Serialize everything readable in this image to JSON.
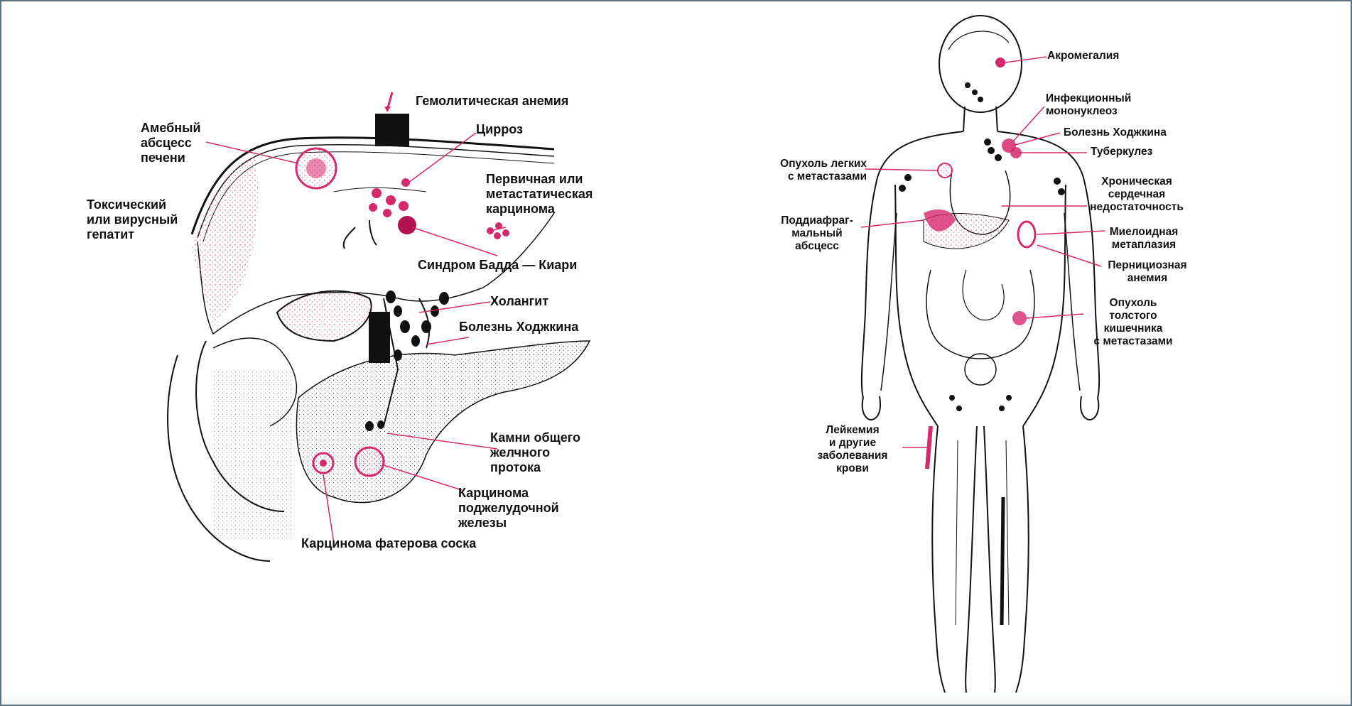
{
  "colors": {
    "accent": "#d6286c",
    "frame": "#5b7180",
    "line": "#111111"
  },
  "left_panel": {
    "labels": {
      "hemolytic": "Гемолитическая анемия",
      "amoebic": "Амебный\nабсцесс\nпечени",
      "cirrhosis": "Цирроз",
      "carcinoma_primary": "Первичная или\nметастатическая\nкарцинома",
      "toxic_hepatitis": "Токсический\nили вирусный\nгепатит",
      "budd_chiari": "Синдром Бадда — Киари",
      "cholangitis": "Холангит",
      "hodgkin": "Болезнь Ходжкина",
      "bile_duct_stones": "Камни общего\nжелчного\nпротока",
      "pancreas_carcinoma": "Карцинома\nподжелудочной\nжелезы",
      "vater_carcinoma": "Карцинома фатерова соска"
    }
  },
  "right_panel": {
    "labels": {
      "acromegaly": "Акромегалия",
      "mononucleosis": "Инфекционный\nмононуклеоз",
      "hodgkin": "Болезнь Ходжкина",
      "tuberculosis": "Туберкулез",
      "lung_tumor": "Опухоль легких\nс метастазами",
      "heart_failure": "Хроническая\nсердечная\nнедостаточность",
      "subphrenic_abscess": "Поддиафраг-\nмальный\nабсцесс",
      "myeloid_metaplasia": "Миелоидная\nметаплазия",
      "pernicious_anemia": "Пернициозная\nанемия",
      "colon_tumor": "Опухоль\nтолстого\nкишечника\nс метастазами",
      "leukemia": "Лейкемия\nи другие\nзаболевания\nкрови"
    }
  }
}
